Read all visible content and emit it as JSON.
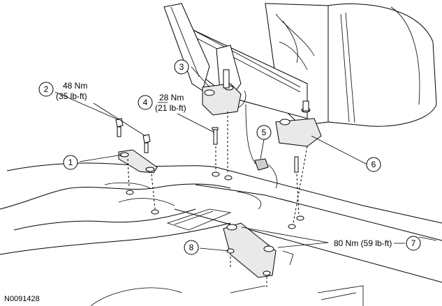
{
  "callouts": [
    {
      "id": "c1",
      "number": "1"
    },
    {
      "id": "c2",
      "number": "2",
      "torque_line1": "48 Nm",
      "torque_line2": "(35 lb-ft)"
    },
    {
      "id": "c3",
      "number": "3"
    },
    {
      "id": "c4",
      "number": "4",
      "torque_line1": "28 Nm",
      "torque_line2": "(21 lb-ft)"
    },
    {
      "id": "c5",
      "number": "5"
    },
    {
      "id": "c6",
      "number": "6"
    },
    {
      "id": "c7",
      "number": "7",
      "torque_line1": "80 Nm (59 lb-ft)"
    },
    {
      "id": "c8",
      "number": "8"
    }
  ],
  "figure_id": "N0091428"
}
